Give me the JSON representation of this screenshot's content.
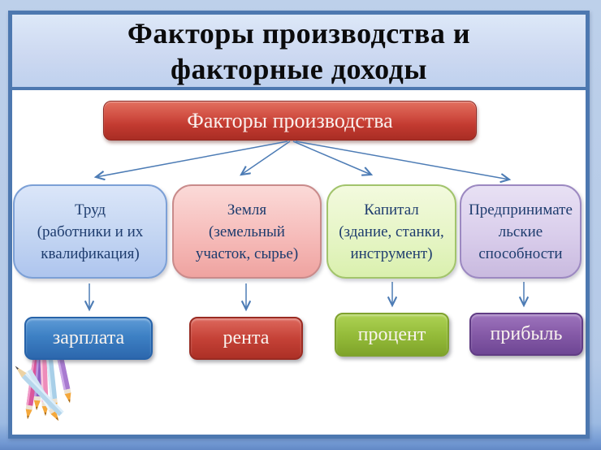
{
  "slide": {
    "title_lines": [
      "Факторы производства и",
      "факторные доходы"
    ]
  },
  "root": {
    "label": "Факторы производства",
    "color": "#c23a30"
  },
  "factors": [
    {
      "name": "labor",
      "lines": [
        "Труд",
        "(работники и их",
        "квалификация)"
      ],
      "box_color": "#c3d5f2",
      "income": "зарплата",
      "income_color": "#3d80c4"
    },
    {
      "name": "land",
      "lines": [
        "Земля",
        "(земельный",
        "участок, сырье)"
      ],
      "box_color": "#f6bcba",
      "income": "рента",
      "income_color": "#c54237"
    },
    {
      "name": "capital",
      "lines": [
        "Капитал",
        "(здание, станки,",
        "инструмент)"
      ],
      "box_color": "#e6f5c6",
      "income": "процент",
      "income_color": "#95bc3a"
    },
    {
      "name": "entrepreneurship",
      "lines": [
        "Предпринимате",
        "льские",
        "способности"
      ],
      "box_color": "#d9cdeb",
      "income": "прибыль",
      "income_color": "#855aa7"
    }
  ],
  "palette": {
    "outer_background": "#b4c9e7",
    "frame_border": "#4d78b0",
    "title_band": "#cdd9f1",
    "title_text": "#0b0b0c",
    "factor_text": "#1e3c6e",
    "arrow": "#4d7cb5",
    "content_background": "#ffffff"
  },
  "decor": {
    "pencils_icon": "colored-pencils"
  }
}
